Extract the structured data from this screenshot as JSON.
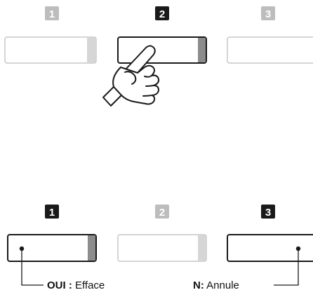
{
  "colors": {
    "active": "#1a1a1a",
    "inactive": "#bdbdbd",
    "inactive_outline": "#c7c7c7",
    "key_side_active": "#8c8c8c",
    "key_side_inactive": "#d6d6d6",
    "text": "#111111"
  },
  "top_row": {
    "buttons": [
      {
        "number": "1",
        "state": "inactive"
      },
      {
        "number": "2",
        "state": "active"
      },
      {
        "number": "3",
        "state": "inactive"
      }
    ],
    "hand_icon": "pointing-hand-icon"
  },
  "bottom_row": {
    "buttons": [
      {
        "number": "1",
        "state": "active"
      },
      {
        "number": "2",
        "state": "inactive"
      },
      {
        "number": "3",
        "state": "active"
      }
    ],
    "labels": {
      "yes": {
        "key": "OUI :",
        "text": " Efface"
      },
      "no": {
        "key": "N:",
        "text": " Annule"
      }
    }
  }
}
